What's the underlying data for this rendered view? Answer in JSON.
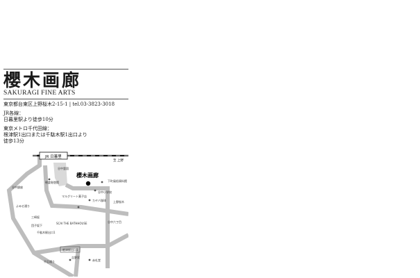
{
  "gallery": {
    "name_jp": "櫻木画廊",
    "name_en": "SAKURAGI FINE ARTS",
    "address_line": "東京都台東区上野桜木2-15-1 | tel.03-3823-3018"
  },
  "access": {
    "jr_heading": "JR各線：",
    "jr_detail": "日暮里駅より徒歩10分",
    "metro_heading": "東京メトロ千代田線：",
    "metro_detail": "根津駅1出口または千駄木駅1出口より",
    "metro_walk": "徒歩13分"
  },
  "map": {
    "labels": {
      "jr_station": "JR 日暮里",
      "to_ueno": "至 上野",
      "yanaka_cemetery": "谷中霊園",
      "gallery": "櫻木画廊",
      "yanaka_ginza": "谷中銀座",
      "asakura": "朝倉彫塑館",
      "shitamachi": "下町風俗資料館",
      "yanaka_school": "谷中小学校",
      "kayaba": "カヤバ珈琲",
      "margaret": "マルグリート菓子店",
      "uenosakuragi": "上野桜木",
      "sansaki": "三崎坂",
      "bathhouse": "SCAI THE BATHHOUSE",
      "yanaka_6": "谷中六丁目",
      "sendagi_1": "千駄木駅出口1",
      "dango": "団子坂下",
      "nezu_1": "根津駅出口1",
      "shinobazu": "不忍通り",
      "yoshinoya": "吉野家",
      "aikyo": "赤札堂",
      "yomise": "よみせ通り"
    }
  }
}
